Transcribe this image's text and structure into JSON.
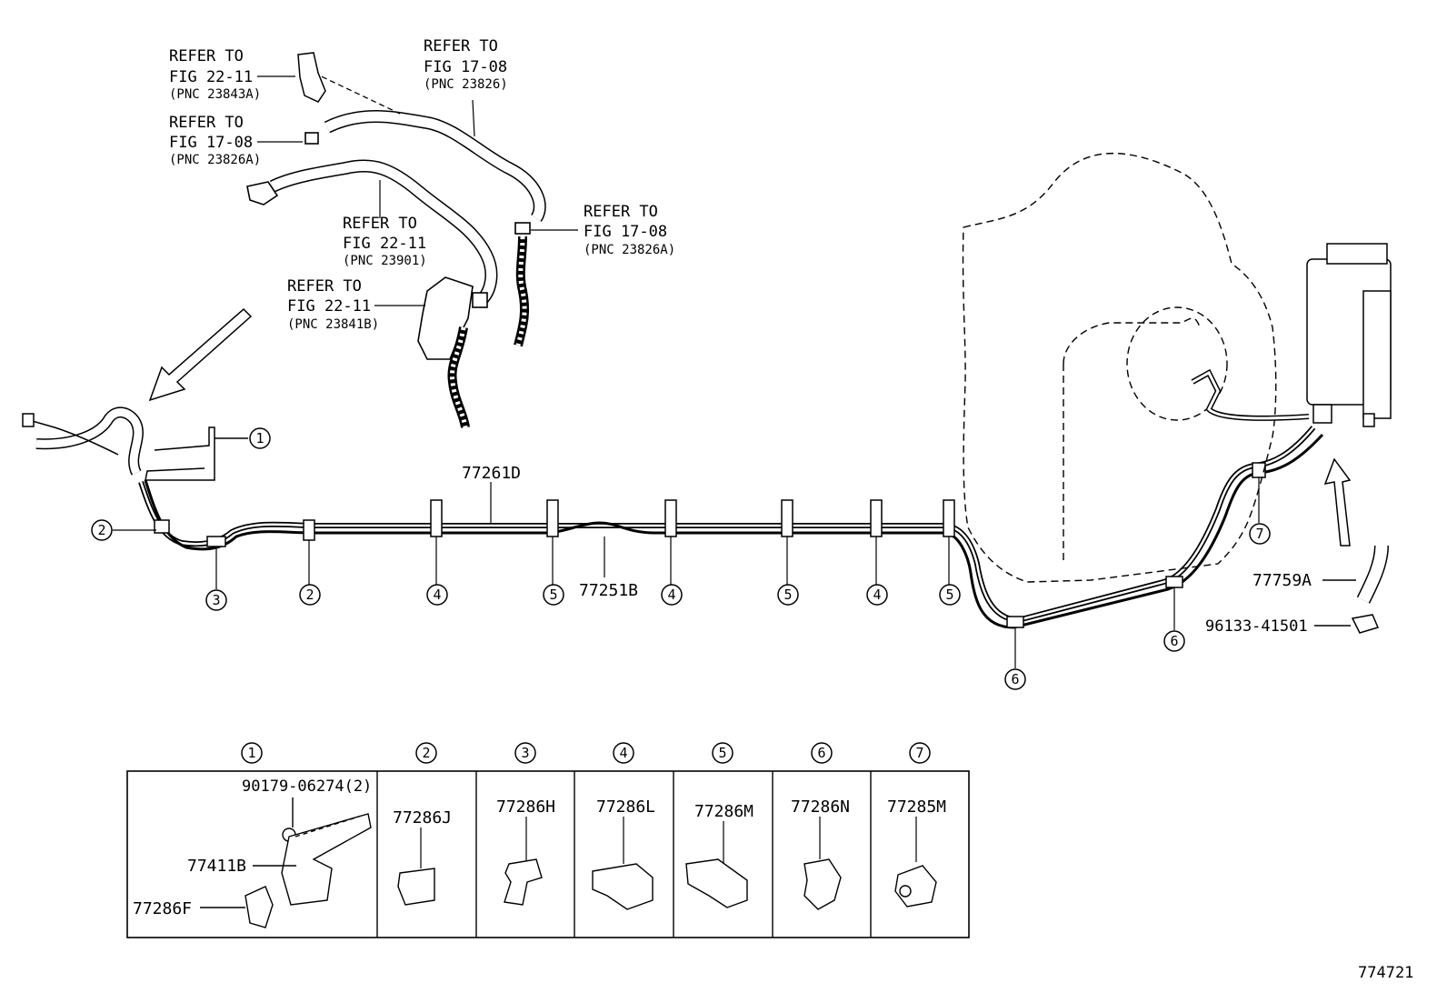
{
  "refs": [
    {
      "id": "ref-23843a",
      "line1": "REFER TO",
      "line2": "FIG 22-11",
      "line3": "(PNC 23843A)"
    },
    {
      "id": "ref-23826",
      "line1": "REFER TO",
      "line2": "FIG 17-08",
      "line3": "(PNC 23826)"
    },
    {
      "id": "ref-23826a-left",
      "line1": "REFER TO",
      "line2": "FIG 17-08",
      "line3": "(PNC 23826A)"
    },
    {
      "id": "ref-23901",
      "line1": "REFER TO",
      "line2": "FIG 22-11",
      "line3": "(PNC 23901)"
    },
    {
      "id": "ref-23826a-right",
      "line1": "REFER TO",
      "line2": "FIG 17-08",
      "line3": "(PNC 23826A)"
    },
    {
      "id": "ref-23841b",
      "line1": "REFER TO",
      "line2": "FIG 22-11",
      "line3": "(PNC 23841B)"
    }
  ],
  "part_labels": {
    "p77261d": "77261D",
    "p77251b": "77251B",
    "p77759a": "77759A",
    "p96133": "96133-41501"
  },
  "callouts": {
    "c1": "1",
    "c2": "2",
    "c3": "3",
    "c4": "4",
    "c5": "5",
    "c6": "6",
    "c7": "7"
  },
  "table": {
    "cells": [
      {
        "num": "1",
        "parts": [
          "90179-06274(2)",
          "77411B",
          "77286F"
        ]
      },
      {
        "num": "2",
        "parts": [
          "77286J"
        ]
      },
      {
        "num": "3",
        "parts": [
          "77286H"
        ]
      },
      {
        "num": "4",
        "parts": [
          "77286L"
        ]
      },
      {
        "num": "5",
        "parts": [
          "77286M"
        ]
      },
      {
        "num": "6",
        "parts": [
          "77286N"
        ]
      },
      {
        "num": "7",
        "parts": [
          "77285M"
        ]
      }
    ]
  },
  "figure_id": "774721"
}
